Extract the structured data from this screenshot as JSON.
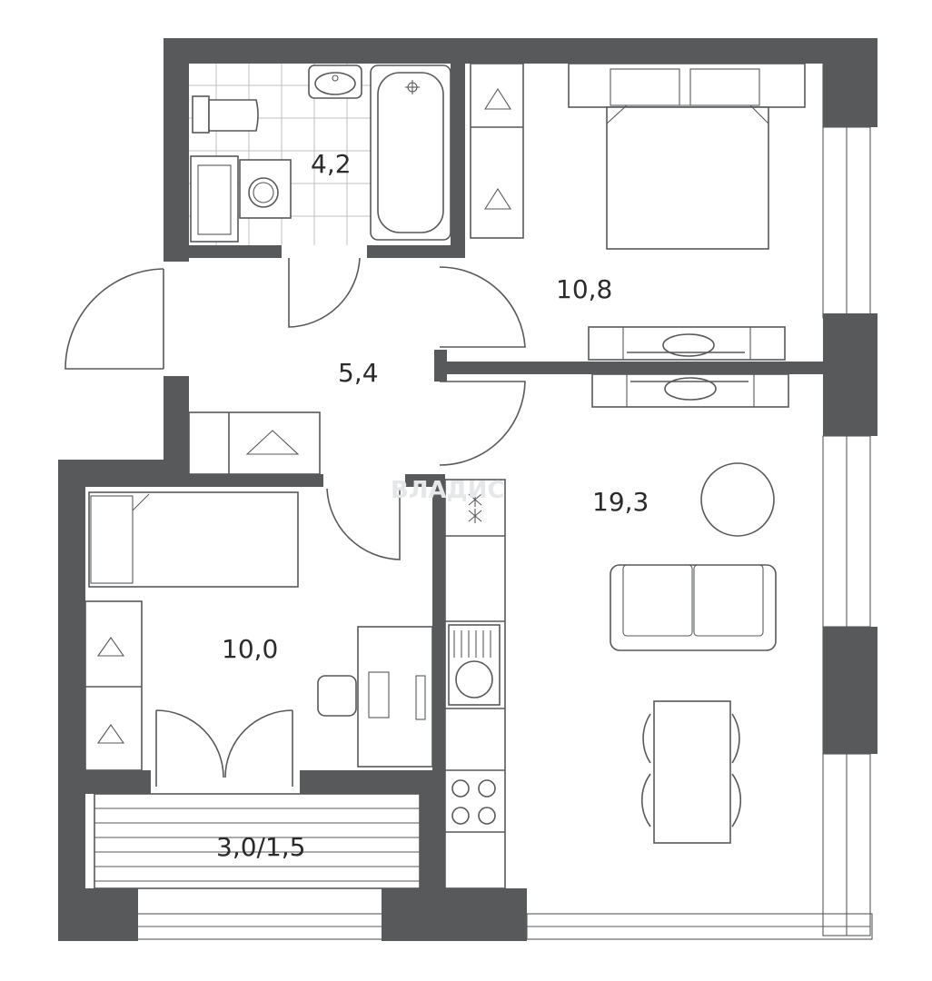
{
  "plan": {
    "watermark": "ВЛАДИС",
    "rooms": [
      {
        "id": "bathroom",
        "area": "4,2"
      },
      {
        "id": "bedroom-large",
        "area": "10,8"
      },
      {
        "id": "hallway",
        "area": "5,4"
      },
      {
        "id": "living-kitchen",
        "area": "19,3"
      },
      {
        "id": "bedroom-small",
        "area": "10,0"
      },
      {
        "id": "balcony",
        "area": "3,0/1,5"
      }
    ]
  }
}
